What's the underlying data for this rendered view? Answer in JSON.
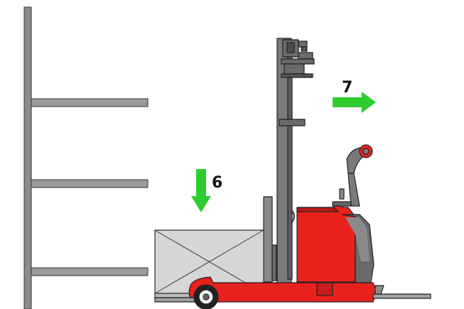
{
  "steps": [
    {
      "number": "6",
      "direction": "down",
      "icon": "arrow-down-icon"
    },
    {
      "number": "7",
      "direction": "right",
      "icon": "arrow-right-icon"
    }
  ],
  "colors": {
    "machine_red": "#e8211d",
    "arrow_green": "#2fcc2f",
    "steel_gray": "#8c8c8c",
    "dark_gray": "#5e5e5e",
    "load_fill": "#d6d6d6",
    "outline": "#222222"
  },
  "objects": {
    "rack": "storage-rack",
    "forklift": "reach-truck",
    "load": "pallet-load"
  }
}
